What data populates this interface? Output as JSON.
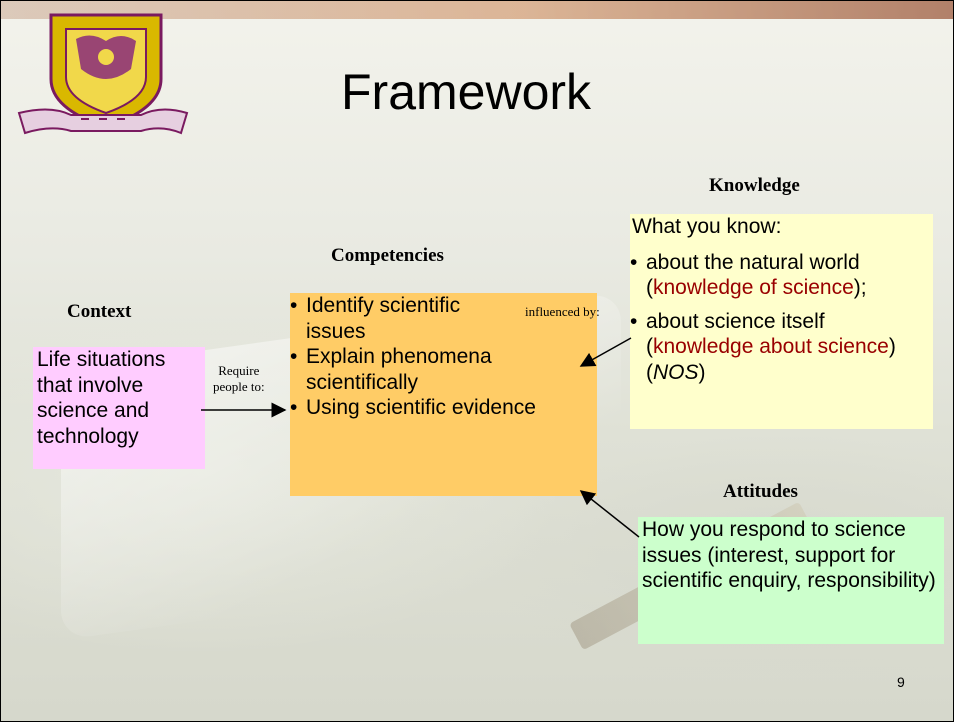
{
  "slide": {
    "title": "Framework",
    "page_number": "9"
  },
  "context": {
    "heading": "Context",
    "text": "Life situations that involve science and technology"
  },
  "competencies": {
    "heading": "Competencies",
    "items": [
      "Identify scientific issues",
      "Explain phenomena scientifically",
      "Using scientific evidence"
    ]
  },
  "knowledge": {
    "heading": "Knowledge",
    "intro": "What you know:",
    "item1_text": "about the natural world (",
    "item1_highlight": "knowledge of science",
    "item1_end": ");",
    "item2_text": "about science itself (",
    "item2_highlight": "knowledge about science",
    "item2_mid": ") (",
    "item2_em": "NOS",
    "item2_end": ")"
  },
  "attitudes": {
    "heading": "Attitudes",
    "text": "How you respond to science issues (interest, support for scientific enquiry, responsibility)"
  },
  "labels": {
    "require_line1": "Require",
    "require_line2": "people to:",
    "influenced": "influenced by:"
  },
  "colors": {
    "context_box": "#ffccff",
    "competencies_box": "#ffcc66",
    "knowledge_box": "#ffffcc",
    "attitudes_box": "#ccffcc",
    "highlight_text": "#990000"
  },
  "icons": {
    "logo": "university-crest-icon"
  }
}
